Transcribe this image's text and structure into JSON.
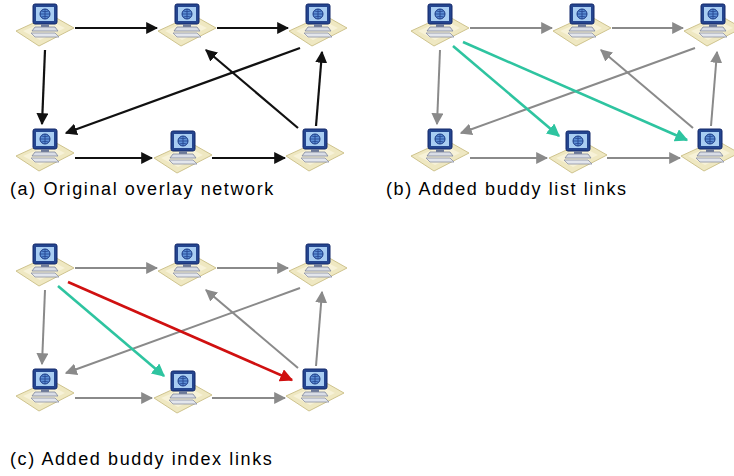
{
  "diagram": {
    "labels": [
      "(a) Original overlay network",
      "(b) Added buddy list links",
      "(c) Added buddy index links"
    ]
  }
}
